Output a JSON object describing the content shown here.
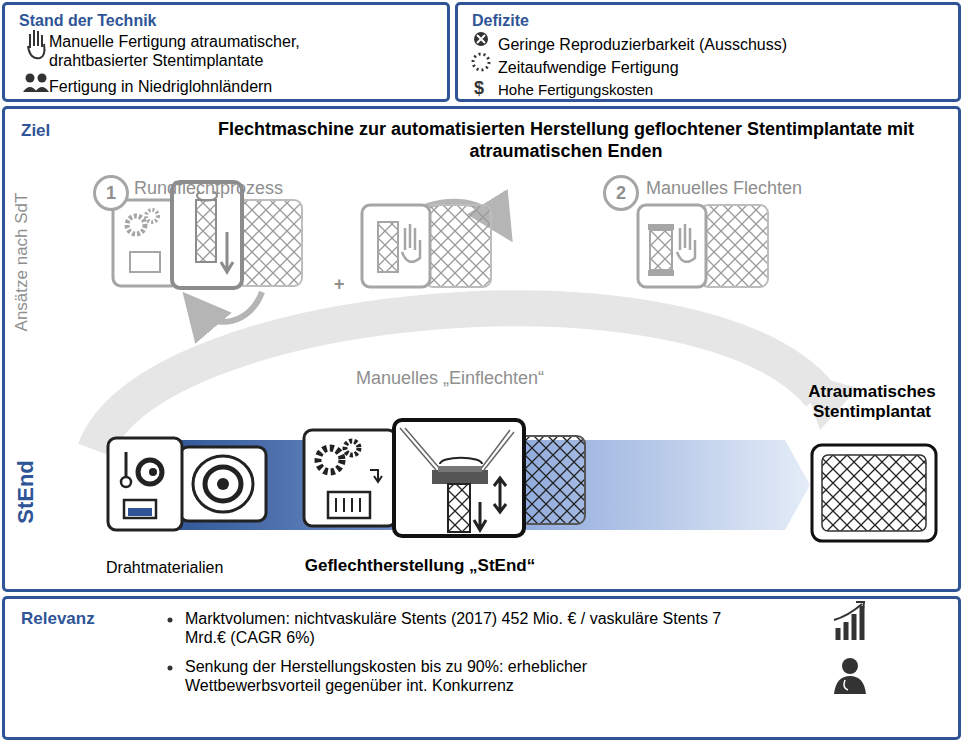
{
  "diagram": {
    "nodes": [
      {
        "text": [
          "Stand der Technik",
          "Manuelle Fertigung atraumatischer, drahtbasierter Stentimplantate",
          "Fertigung in Niedriglohnländern"
        ]
      },
      {
        "text": [
          "Defizite",
          "Geringe Reproduzierbarkeit (Ausschuss)",
          "Zeitaufwendige Fertigung",
          "Hohe Fertigungskosten"
        ]
      },
      {
        "text": [
          "Ziel",
          "Flechtmaschine zur automatisierten Herstellung geflochtener Stentimplantate mit atraumatischen Enden"
        ]
      },
      {
        "text": [
          "1"
        ],
        "in": 2
      },
      {
        "text": [
          "2"
        ],
        "in": 2
      },
      {
        "text": [
          "Relevanz",
          "Marktvolumen: nichtvaskuläre Stents (2017) 452 Mio. € / vaskuläre Stents 7 Mrd.€ (CAGR 6%)",
          "Senkung der Herstellungskosten bis zu 90%: erheblicher Wettbewerbsvorteil gegenüber int. Konkurrenz"
        ]
      }
    ],
    "edges": [],
    "labels": [
      "Rundflechtprozess",
      "+",
      "Manuelles „Einflechten“",
      "Manuelles Flechten",
      "Ansätze nach SdT",
      "StEnd",
      "Drahtmaterialien",
      "Geflechtherstellung „StEnd“",
      "Atraumatisches Stentimplantat",
      "$"
    ]
  }
}
